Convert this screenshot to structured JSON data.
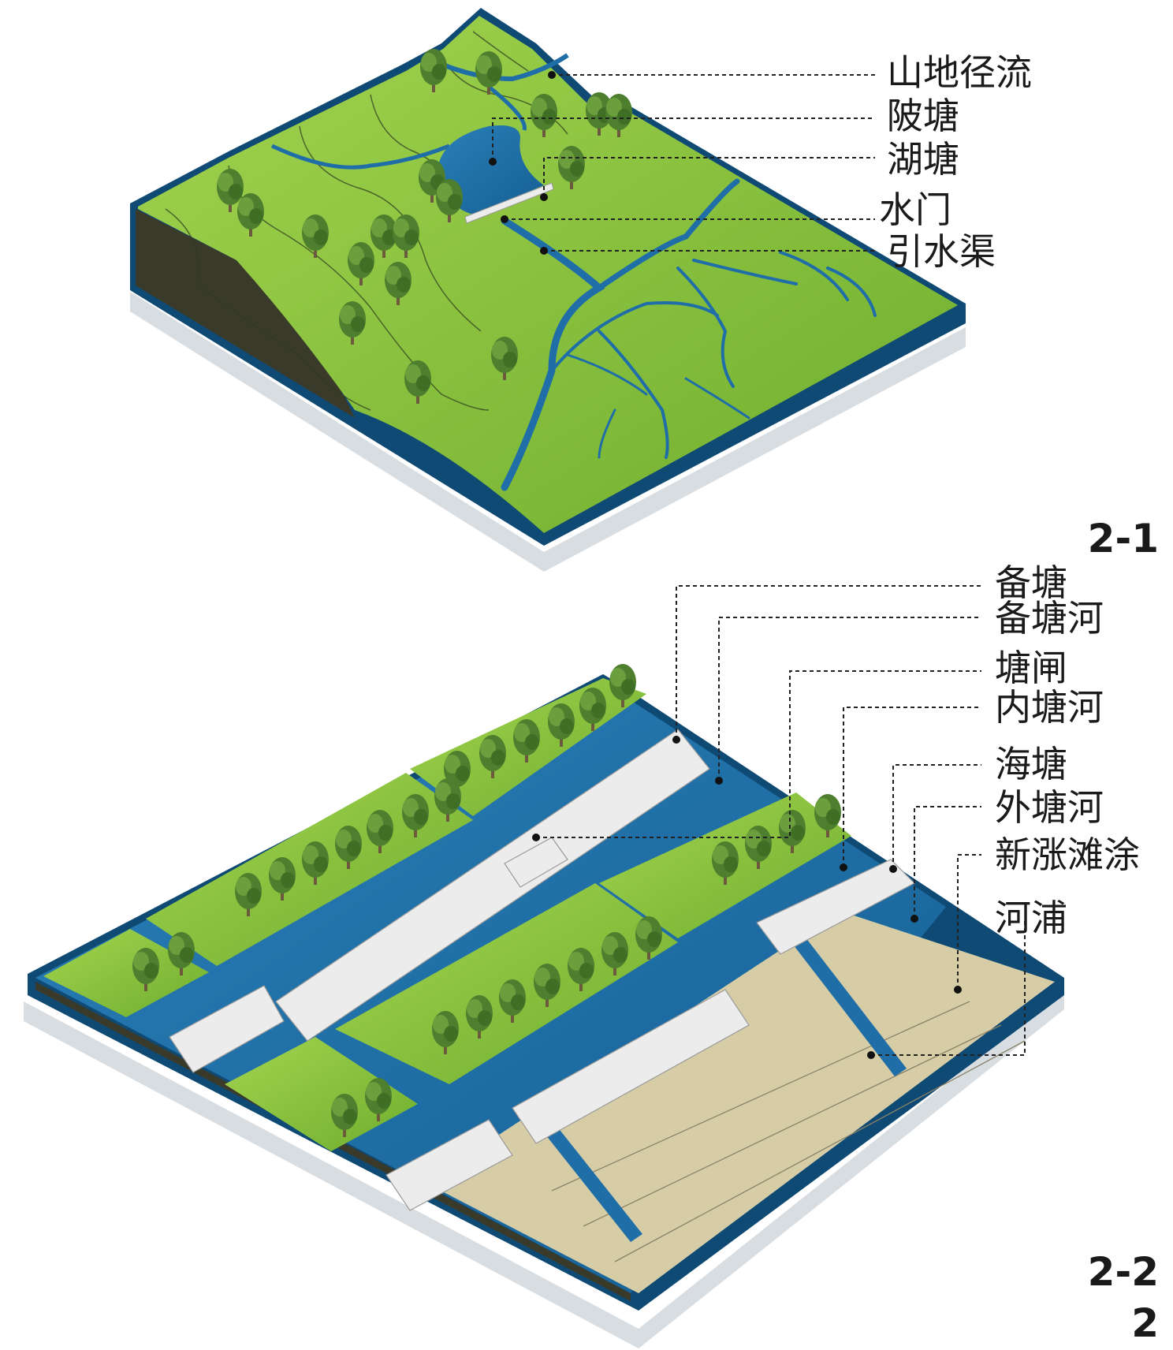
{
  "figure1": {
    "id": "2-1",
    "labels": [
      "山地径流",
      "陂塘",
      "湖塘",
      "水门",
      "引水渠"
    ]
  },
  "figure2": {
    "id": "2-2",
    "labels": [
      "备塘",
      "备塘河",
      "塘闸",
      "内塘河",
      "海塘",
      "外塘河",
      "新涨滩涂",
      "河浦"
    ]
  },
  "page_marker": "2",
  "colors": {
    "grass": "#8cc63f",
    "grass_dark": "#6fae2e",
    "water": "#1f6ea8",
    "border": "#0f4a75",
    "soil": "#3a3a2a",
    "tidal_flat": "#d6cda7",
    "embankment": "#ececec"
  }
}
